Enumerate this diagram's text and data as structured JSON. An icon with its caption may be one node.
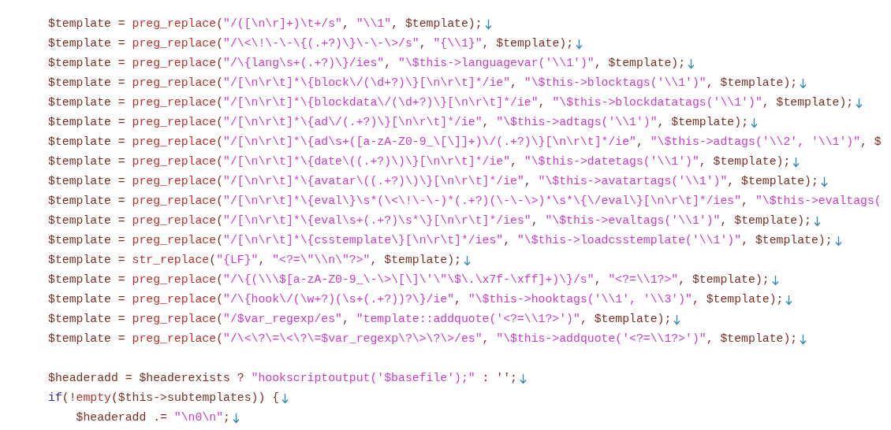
{
  "diagram": {
    "labels": [
      "$template = preg_replace(\"/([\\n\\r]+)\\t+/s\", \"\\\\1\", $template);",
      "$template = preg_replace(\"/\\<\\!\\-\\-\\{(.+?)\\}\\-\\-\\>/s\", \"{\\\\1}\", $template);",
      "$template = preg_replace(\"/\\{lang\\s+(.+?)\\}/ies\", \"\\$this->languagevar('\\\\1')\", $template);",
      "$template = preg_replace(\"/[\\n\\r\\t]*\\{block\\/(\\d+?)\\}[\\n\\r\\t]*/ie\", \"\\$this->blocktags('\\\\1')\", $template);",
      "$template = preg_replace(\"/[\\n\\r\\t]*\\{blockdata\\/(\\d+?)\\}[\\n\\r\\t]*/ie\", \"\\$this->blockdatatags('\\\\1')\", $template);",
      "$template = preg_replace(\"/[\\n\\r\\t]*\\{ad\\/(.+?)\\}[\\n\\r\\t]*/ie\", \"\\$this->adtags('\\\\1')\", $template);",
      "$template = preg_replace(\"/[\\n\\r\\t]*\\{ad\\s+([a-zA-Z0-9_\\[\\]]+)\\/(.+?)\\}[\\n\\r\\t]*/ie\", \"\\$this->adtags('\\\\2', '\\\\1')\", $",
      "$template = preg_replace(\"/[\\n\\r\\t]*\\{date\\((.+?)\\)\\}[\\n\\r\\t]*/ie\", \"\\$this->datetags('\\\\1')\", $template);",
      "$template = preg_replace(\"/[\\n\\r\\t]*\\{avatar\\((.+?)\\)\\}[\\n\\r\\t]*/ie\", \"\\$this->avatartags('\\\\1')\", $template);",
      "$template = preg_replace(\"/[\\n\\r\\t]*\\{eval\\}\\s*(\\<\\!\\-\\-)*(.+?)(\\-\\-\\>)*\\s*\\{\\/eval\\}[\\n\\r\\t]*/ies\", \"\\$this->evaltags(",
      "$template = preg_replace(\"/[\\n\\r\\t]*\\{eval\\s+(.+?)\\s*\\}[\\n\\r\\t]*/ies\", \"\\$this->evaltags('\\\\1')\", $template);",
      "$template = preg_replace(\"/[\\n\\r\\t]*\\{csstemplate\\}[\\n\\r\\t]*/ies\", \"\\$this->loadcsstemplate('\\\\1')\", $template);",
      "$template = str_replace(\"{LF}\", \"<?=\\\"\\\\n\\\"?>\", $template);",
      "$template = preg_replace(\"/\\{(\\\\\\$[a-zA-Z0-9_\\-\\>\\[\\]\\'\\\"\\$\\.\\x7f-\\xff]+)\\}/s\", \"<?=\\\\1?>\", $template);",
      "$template = preg_replace(\"/\\{hook\\/(\\w+?)(\\s+(.+?))?\\}/ie\", \"\\$this->hooktags('\\\\1', '\\\\3')\", $template);",
      "$template = preg_replace(\"/$var_regexp/es\", \"template::addquote('<?=\\\\1?>')\", $template);",
      "$template = preg_replace(\"/\\<\\?\\=\\<\\?\\=$var_regexp\\?\\>\\?\\>/es\", \"\\$this->addquote('<?=\\\\1?>')\", $template);",
      "$headeradd = $headerexists ? \"hookscriptoutput('$basefile');\" : '';",
      "if(!empty($this->subtemplates)) {",
      "    $headeradd .= \"\\n0\\n\";"
    ]
  }
}
